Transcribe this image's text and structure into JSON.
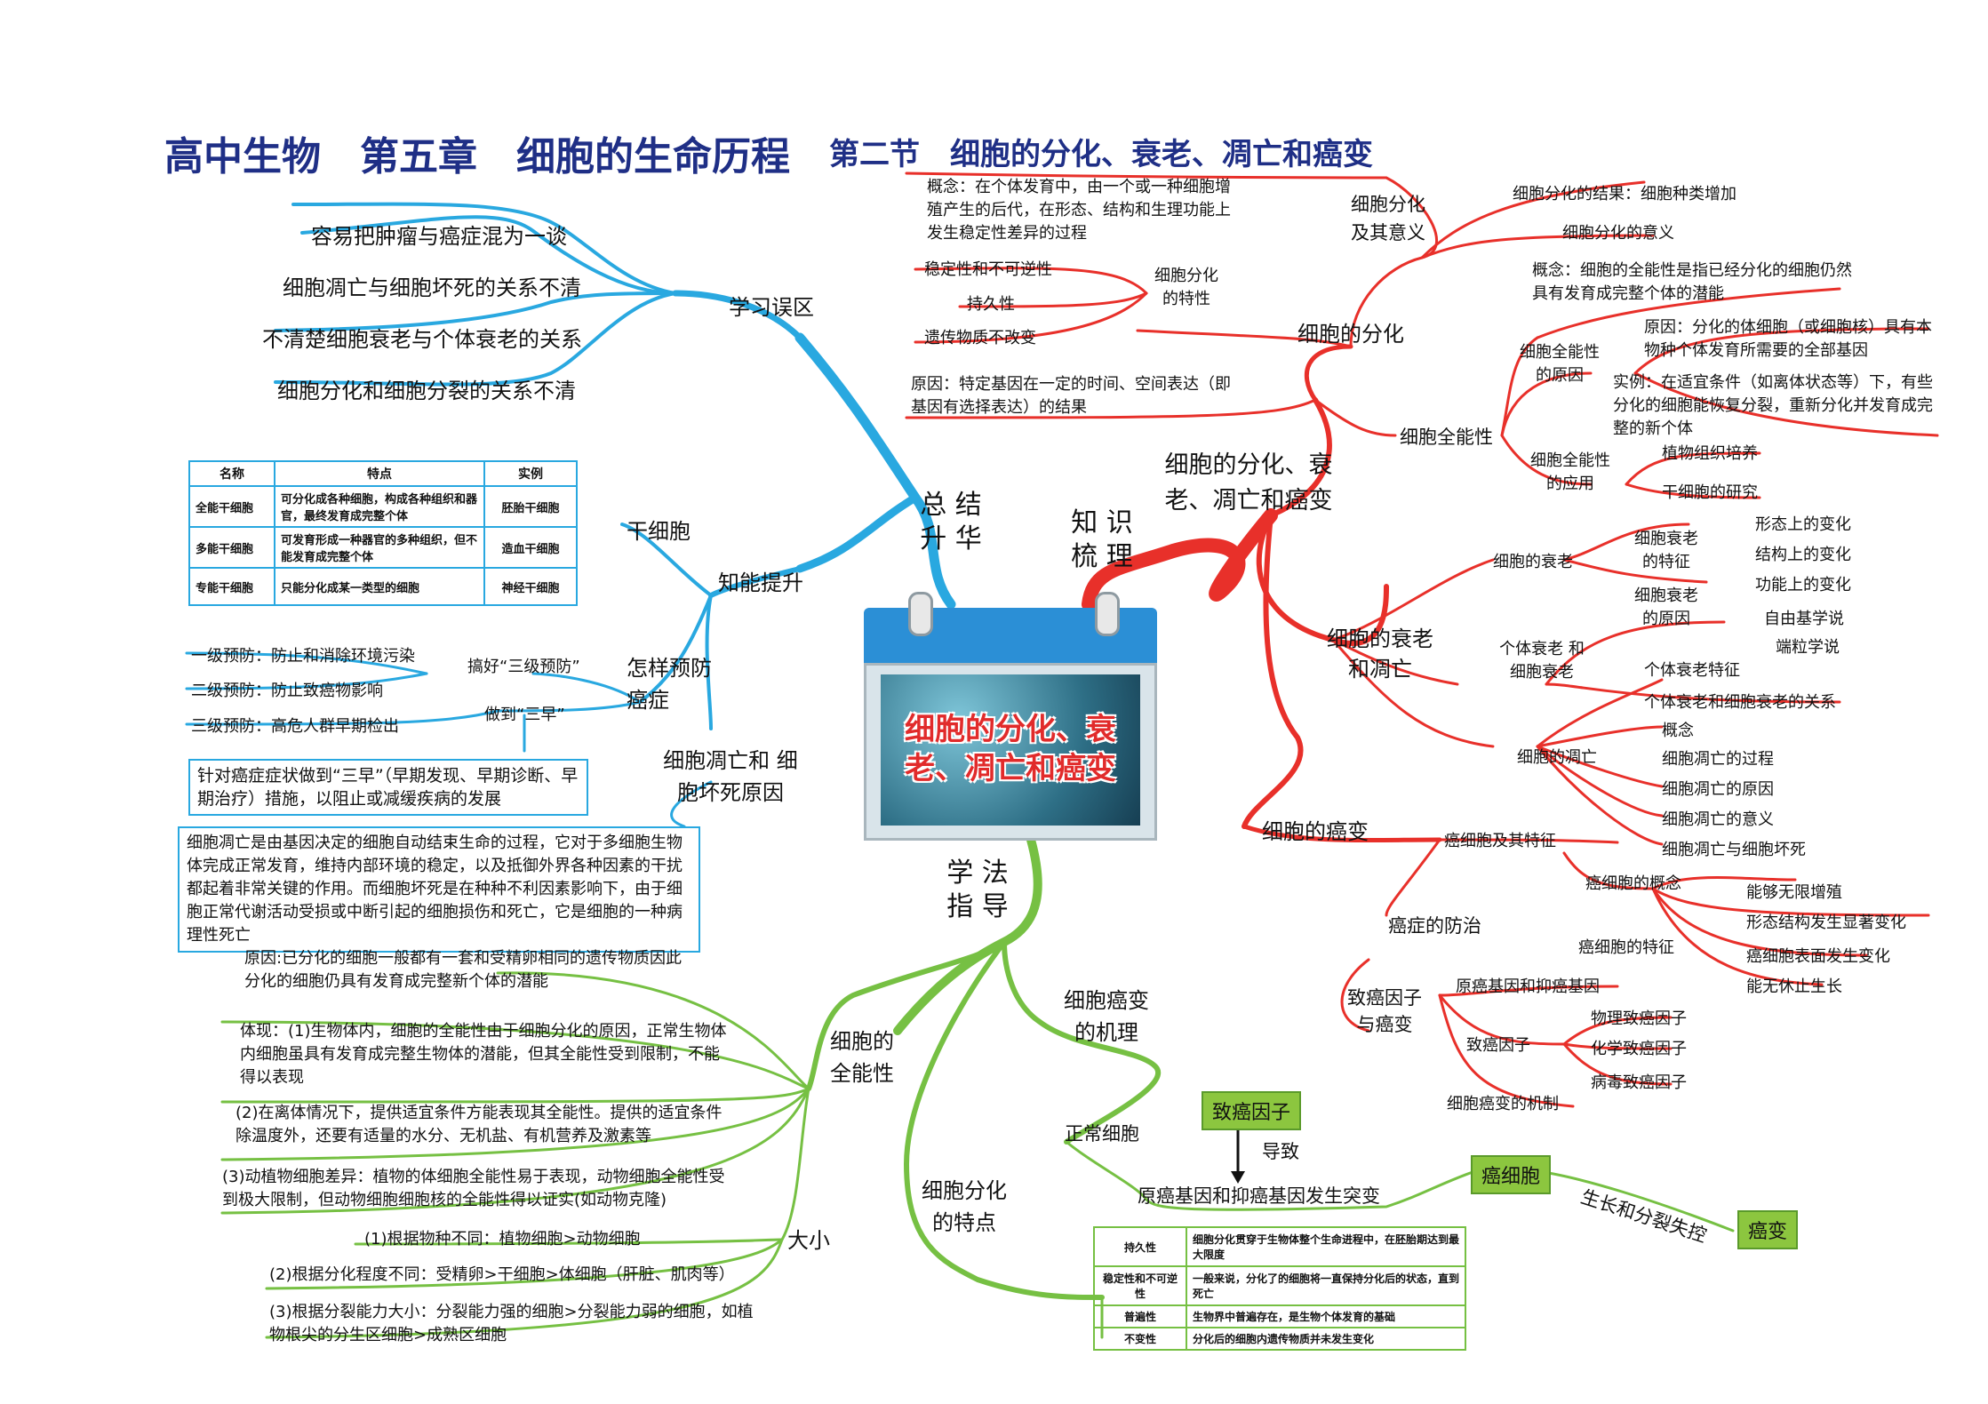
{
  "title": "高中生物　第五章　细胞的生命历程",
  "subtitle": "第二节　细胞的分化、衰老、凋亡和癌变",
  "center": {
    "text": "细胞的分化、衰老、凋亡和癌变"
  },
  "hubs": {
    "summary": "总 结 升 华",
    "knowledge": "知 识 梳 理",
    "method": "学 法 指 导"
  },
  "colors": {
    "blue": "#29a8e0",
    "red": "#e8302a",
    "green": "#76c043",
    "title": "#1f2f86"
  },
  "mistakes": {
    "label": "学习误区",
    "items": [
      "容易把肿瘤与癌症混为一谈",
      "细胞凋亡与细胞坏死的关系不清",
      "不清楚细胞衰老与个体衰老的关系",
      "细胞分化和细胞分裂的关系不清"
    ]
  },
  "ability": {
    "label": "知能提升",
    "stem": "干细胞",
    "table": {
      "headers": [
        "名称",
        "特点",
        "实例"
      ],
      "rows": [
        [
          "全能干细胞",
          "可分化成各种细胞，构成各种组织和器官，最终发育成完整个体",
          "胚胎干细胞"
        ],
        [
          "多能干细胞",
          "可发育形成一种器官的多种组织，但不能发育成完整个体",
          "造血干细胞"
        ],
        [
          "专能干细胞",
          "只能分化成某一类型的细胞",
          "神经干细胞"
        ]
      ]
    },
    "prevent": {
      "label": "怎样预防 癌症",
      "three_prevent": "搞好“三级预防”",
      "three_early": "做到“三早”",
      "levels": [
        "一级预防：防止和消除环境污染",
        "二级预防：防止致癌物影响",
        "三级预防：高危人群早期检出"
      ],
      "early_text": "针对癌症症状做到“三早”（早期发现、早期诊断、早期治疗）措施，以阻止或减缓疾病的发展"
    },
    "death": {
      "label": "细胞凋亡和 细胞坏死原因",
      "text": "细胞凋亡是由基因决定的细胞自动结束生命的过程，它对于多细胞生物体完成正常发育，维持内部环境的稳定，以及抵御外界各种因素的干扰都起着非常关键的作用。而细胞坏死是在种种不利因素影响下，由于细胞正常代谢活动受损或中断引起的细胞损伤和死亡，它是细胞的一种病理性死亡"
    }
  },
  "knowledge": {
    "main": "细胞的分化、衰 老、凋亡和癌变",
    "differentiation": {
      "label": "细胞的分化",
      "meaning": {
        "label": "细胞分化 及其意义",
        "concept": "概念：在个体发育中，由一个或一种细胞增殖产生的后代，在形态、结构和生理功能上发生稳定性差异的过程",
        "result": "细胞分化的结果：细胞种类增加",
        "significance": "细胞分化的意义"
      },
      "traits": {
        "label": "细胞分化 的特性",
        "items": [
          "稳定性和不可逆性",
          "持久性",
          "遗传物质不改变"
        ]
      },
      "cause": "原因：特定基因在一定的时间、空间表达（即基因有选择表达）的结果",
      "totipotency": {
        "label": "细胞全能性",
        "concept": "概念：细胞的全能性是指已经分化的细胞仍然具有发育成完整个体的潜能",
        "reason_label": "细胞全能性 的原因",
        "reason": "原因：分化的体细胞（或细胞核）具有本物种个体发育所需要的全部基因",
        "example": "实例：在适宜条件（如离体状态等）下，有些分化的细胞能恢复分裂，重新分化并发育成完整的新个体",
        "app_label": "细胞全能性 的应用",
        "apps": [
          "植物组织培养",
          "干细胞的研究"
        ]
      }
    },
    "aging": {
      "label": "细胞的衰老 和凋亡",
      "cell_aging": "细胞的衰老",
      "features_label": "细胞衰老 的特征",
      "features": [
        "形态上的变化",
        "结构上的变化",
        "功能上的变化"
      ],
      "causes_label": "细胞衰老 的原因",
      "causes": [
        "自由基学说",
        "端粒学说"
      ],
      "individual_label": "个体衰老 和细胞衰老",
      "individual": [
        "个体衰老特征",
        "个体衰老和细胞衰老的关系"
      ],
      "apoptosis_label": "细胞的凋亡",
      "apoptosis": [
        "概念",
        "细胞凋亡的过程",
        "细胞凋亡的原因",
        "细胞凋亡的意义",
        "细胞凋亡与细胞坏死"
      ]
    },
    "cancer": {
      "label": "细胞的癌变",
      "cells_label": "癌细胞及其特征",
      "concept": "癌细胞的概念",
      "features_label": "癌细胞的特征",
      "features": [
        "能够无限增殖",
        "形态结构发生显著变化",
        "癌细胞表面发生变化",
        "能无休止生长"
      ],
      "prevention": "癌症的防治",
      "factors_label": "致癌因子 与癌变",
      "genes": "原癌基因和抑癌基因",
      "carcinogens_label": "致癌因子",
      "carcinogens": [
        "物理致癌因子",
        "化学致癌因子",
        "病毒致癌因子"
      ],
      "mechanism": "细胞癌变的机制"
    }
  },
  "method": {
    "totipotency": {
      "label": "细胞的 全能性",
      "items": [
        "原因:已分化的细胞一般都有一套和受精卵相同的遗传物质因此 分化的细胞仍具有发育成完整新个体的潜能",
        "体现：(1)生物体内，细胞的全能性由于细胞分化的原因，正常生物体内细胞虽具有发育成完整生物体的潜能，但其全能性受到限制，不能得以表现",
        "(2)在离体情况下，提供适宜条件方能表现其全能性。提供的适宜条件除温度外，还要有适量的水分、无机盐、有机营养及激素等",
        "(3)动植物细胞差异：植物的体细胞全能性易于表现，动物细胞全能性受到极大限制，但动物细胞细胞核的全能性得以证实(如动物克隆)"
      ]
    },
    "size": {
      "label": "大小",
      "items": [
        "(1)根据物种不同：植物细胞>动物细胞",
        "(2)根据分化程度不同：受精卵>干细胞>体细胞（肝脏、肌肉等）",
        "(3)根据分裂能力大小：分裂能力强的细胞>分裂能力弱的细胞，如植物根尖的分生区细胞>成熟区细胞"
      ]
    },
    "mechanism": {
      "label": "细胞癌变 的机理",
      "carcinogen": "致癌因子",
      "leads": "导致",
      "normal": "正常细胞",
      "mutation": "原癌基因和抑癌基因发生突变",
      "cancer_cell": "癌细胞",
      "growth": "生长和分裂失控",
      "result": "癌变"
    },
    "features": {
      "label": "细胞分化 的特点",
      "rows": [
        [
          "持久性",
          "细胞分化贯穿于生物体整个生命进程中，在胚胎期达到最大限度"
        ],
        [
          "稳定性和不可逆性",
          "一般来说，分化了的细胞将一直保持分化后的状态，直到死亡"
        ],
        [
          "普遍性",
          "生物界中普遍存在，是生物个体发育的基础"
        ],
        [
          "不变性",
          "分化后的细胞内遗传物质并未发生变化"
        ]
      ]
    }
  }
}
